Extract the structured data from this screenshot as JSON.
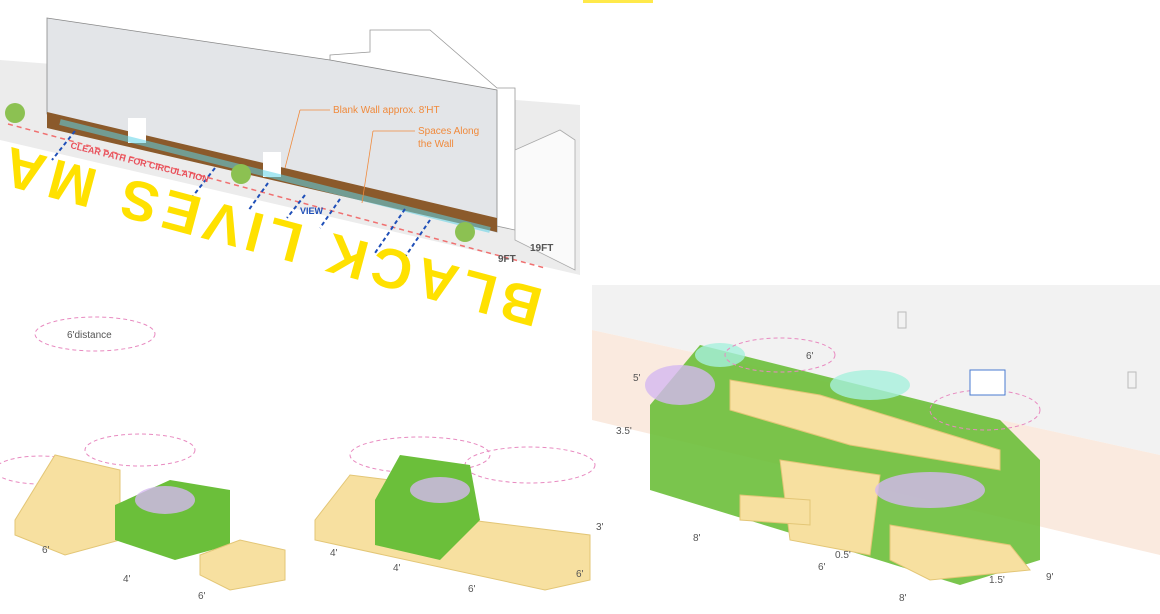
{
  "street_plan": {
    "annotations": {
      "blank_wall": "Blank Wall approx. 8'HT",
      "spaces_line1": "Spaces Along",
      "spaces_line2": "the Wall",
      "clear_path": "CLEAR PATH FOR CIRCULATION",
      "view": "VIEW",
      "width_inner": "9FT",
      "width_outer": "19FT"
    },
    "mural_text": "BLACK LIVES MATTER"
  },
  "legend": {
    "distance_label": "6'distance"
  },
  "module_small": {
    "dims": [
      "6'",
      "4'",
      "6'"
    ]
  },
  "module_medium": {
    "dims": [
      "4'",
      "4'",
      "6'",
      "3'",
      "6'"
    ]
  },
  "module_large": {
    "dims": {
      "h_top": "5'",
      "h_mid": "3.5'",
      "top_width": "6'",
      "left": "8'",
      "stairs": "6'",
      "step": "0.5'",
      "right": "8'",
      "seat": "1.5'",
      "depth": "9'"
    }
  },
  "colors": {
    "seat": "#f7e0a0",
    "planter": "#6bbf3a",
    "wall_band": "#8b5a2b",
    "mural": "#ffe100",
    "path": "#f07070",
    "view": "#1f4fb8",
    "annotation": "#f08a3c",
    "distance_ring": "#e88ac0"
  }
}
